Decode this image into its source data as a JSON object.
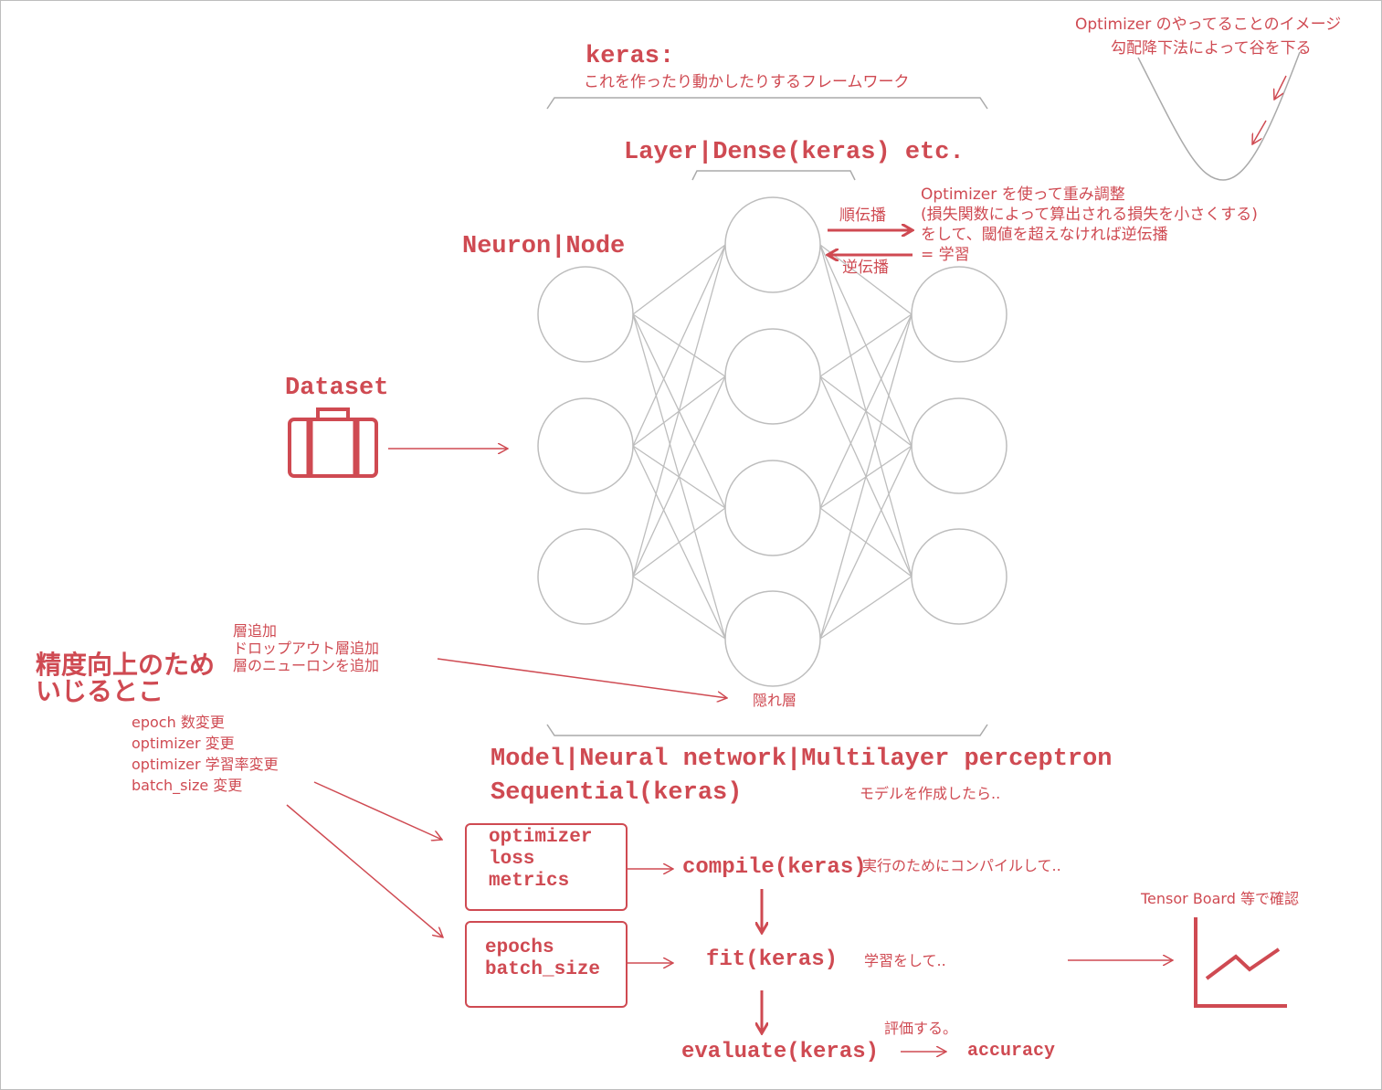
{
  "colors": {
    "accent": "#cf4a52",
    "line": "#bdbdbd"
  },
  "keras": {
    "title": "keras:",
    "desc": "これを作ったり動かしたりするフレームワーク"
  },
  "layer_label": "Layer|Dense(keras) etc.",
  "neuron_label": "Neuron|Node",
  "dataset": {
    "label": "Dataset",
    "icon": "suitcase-icon"
  },
  "forward_label": "順伝播",
  "backward_label": "逆伝播",
  "optimizer_note": [
    "Optimizer を使って重み調整",
    "(損失関数によって算出される損失を小さくする)",
    "をして、閾値を超えなければ逆伝播",
    "= 学習"
  ],
  "optimizer_image": {
    "line1": "Optimizer のやってることのイメージ",
    "line2": "勾配降下法によって谷を下る"
  },
  "tuning": {
    "title1": "精度向上のため",
    "title2": "いじるとこ",
    "layer_items": [
      "層追加",
      "ドロップアウト層追加",
      "層のニューロンを追加"
    ],
    "param_items": [
      "epoch 数変更",
      "optimizer 変更",
      "optimizer 学習率変更",
      "batch_size 変更"
    ]
  },
  "hidden_layer": "隠れ層",
  "model_label": "Model|Neural network|Multilayer perceptron",
  "sequential_label": "Sequential(keras)",
  "after_model": "モデルを作成したら..",
  "compile_box": [
    "optimizer",
    "loss",
    "metrics"
  ],
  "fit_box": [
    "epochs",
    "batch_size"
  ],
  "compile": {
    "label": "compile(keras)",
    "note": "実行のためにコンパイルして.."
  },
  "fit": {
    "label": "fit(keras)",
    "note": "学習をして.."
  },
  "evaluate": {
    "label": "evaluate(keras)",
    "note": "評価する。",
    "result": "accuracy"
  },
  "tensorboard": {
    "label": "Tensor Board 等で確認",
    "icon": "line-chart-icon"
  }
}
